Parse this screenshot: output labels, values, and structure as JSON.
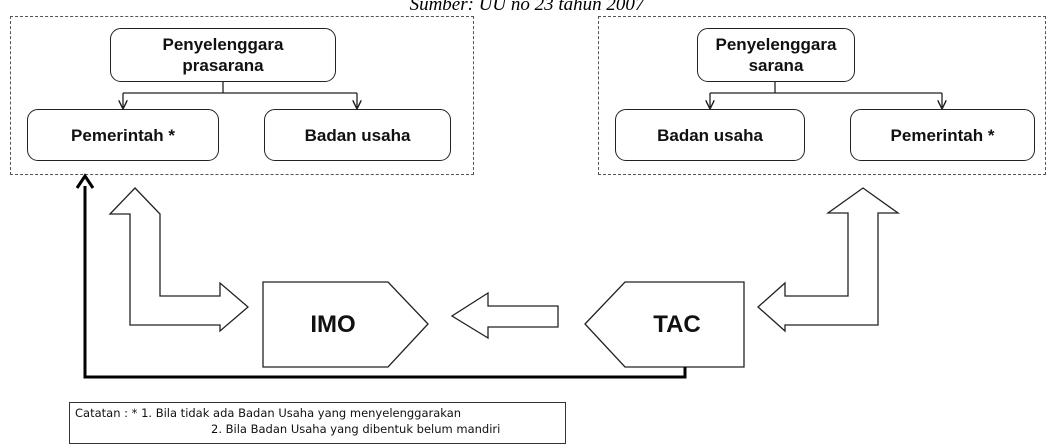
{
  "caption": "Sumber: UU no 23 tahun 2007",
  "nodes": {
    "penyelenggara_prasarana": "Penyelenggara prasarana",
    "pemerintah_left": "Pemerintah *",
    "badan_usaha_left": "Badan usaha",
    "penyelenggara_sarana": "Penyelenggara sarana",
    "badan_usaha_right": "Badan usaha",
    "pemerintah_right": "Pemerintah *",
    "imo": "IMO",
    "tac": "TAC"
  },
  "note": {
    "line1": "Catatan : * 1. Bila tidak ada Badan Usaha yang menyelenggarakan",
    "line2": "2. Bila Badan Usaha yang dibentuk belum mandiri"
  }
}
